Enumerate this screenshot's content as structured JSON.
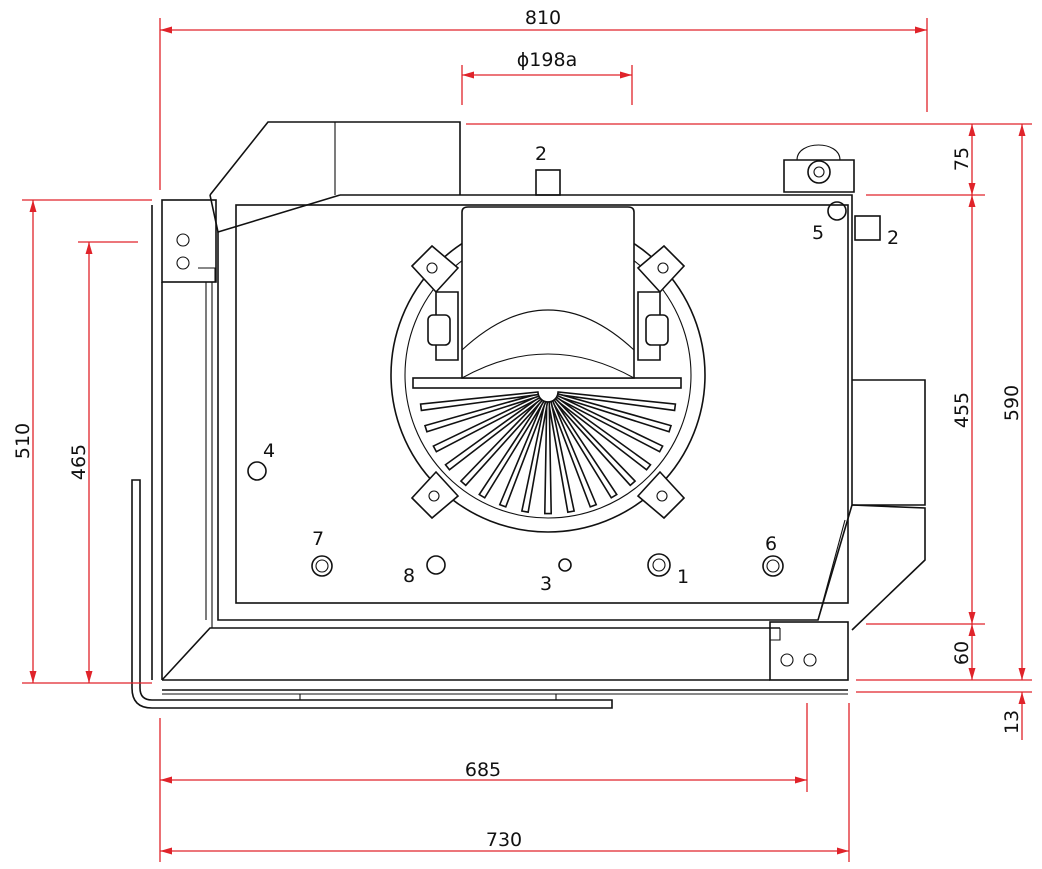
{
  "dimensions": {
    "overall_width": "810",
    "flue_diameter": "ϕ198a",
    "base_width": "685",
    "total_width": "730",
    "top_offset": "75",
    "inner_height": "455",
    "overall_height": "590",
    "bottom_offset": "60",
    "foot_height": "13",
    "left_height": "510",
    "left_inner_height": "465"
  },
  "callouts": {
    "c1": "1",
    "c2_top": "2",
    "c2_side": "2",
    "c3": "3",
    "c4": "4",
    "c5": "5",
    "c6": "6",
    "c7": "7",
    "c8": "8"
  },
  "colors": {
    "dimension_line": "#e0232a",
    "outline": "#111111"
  }
}
